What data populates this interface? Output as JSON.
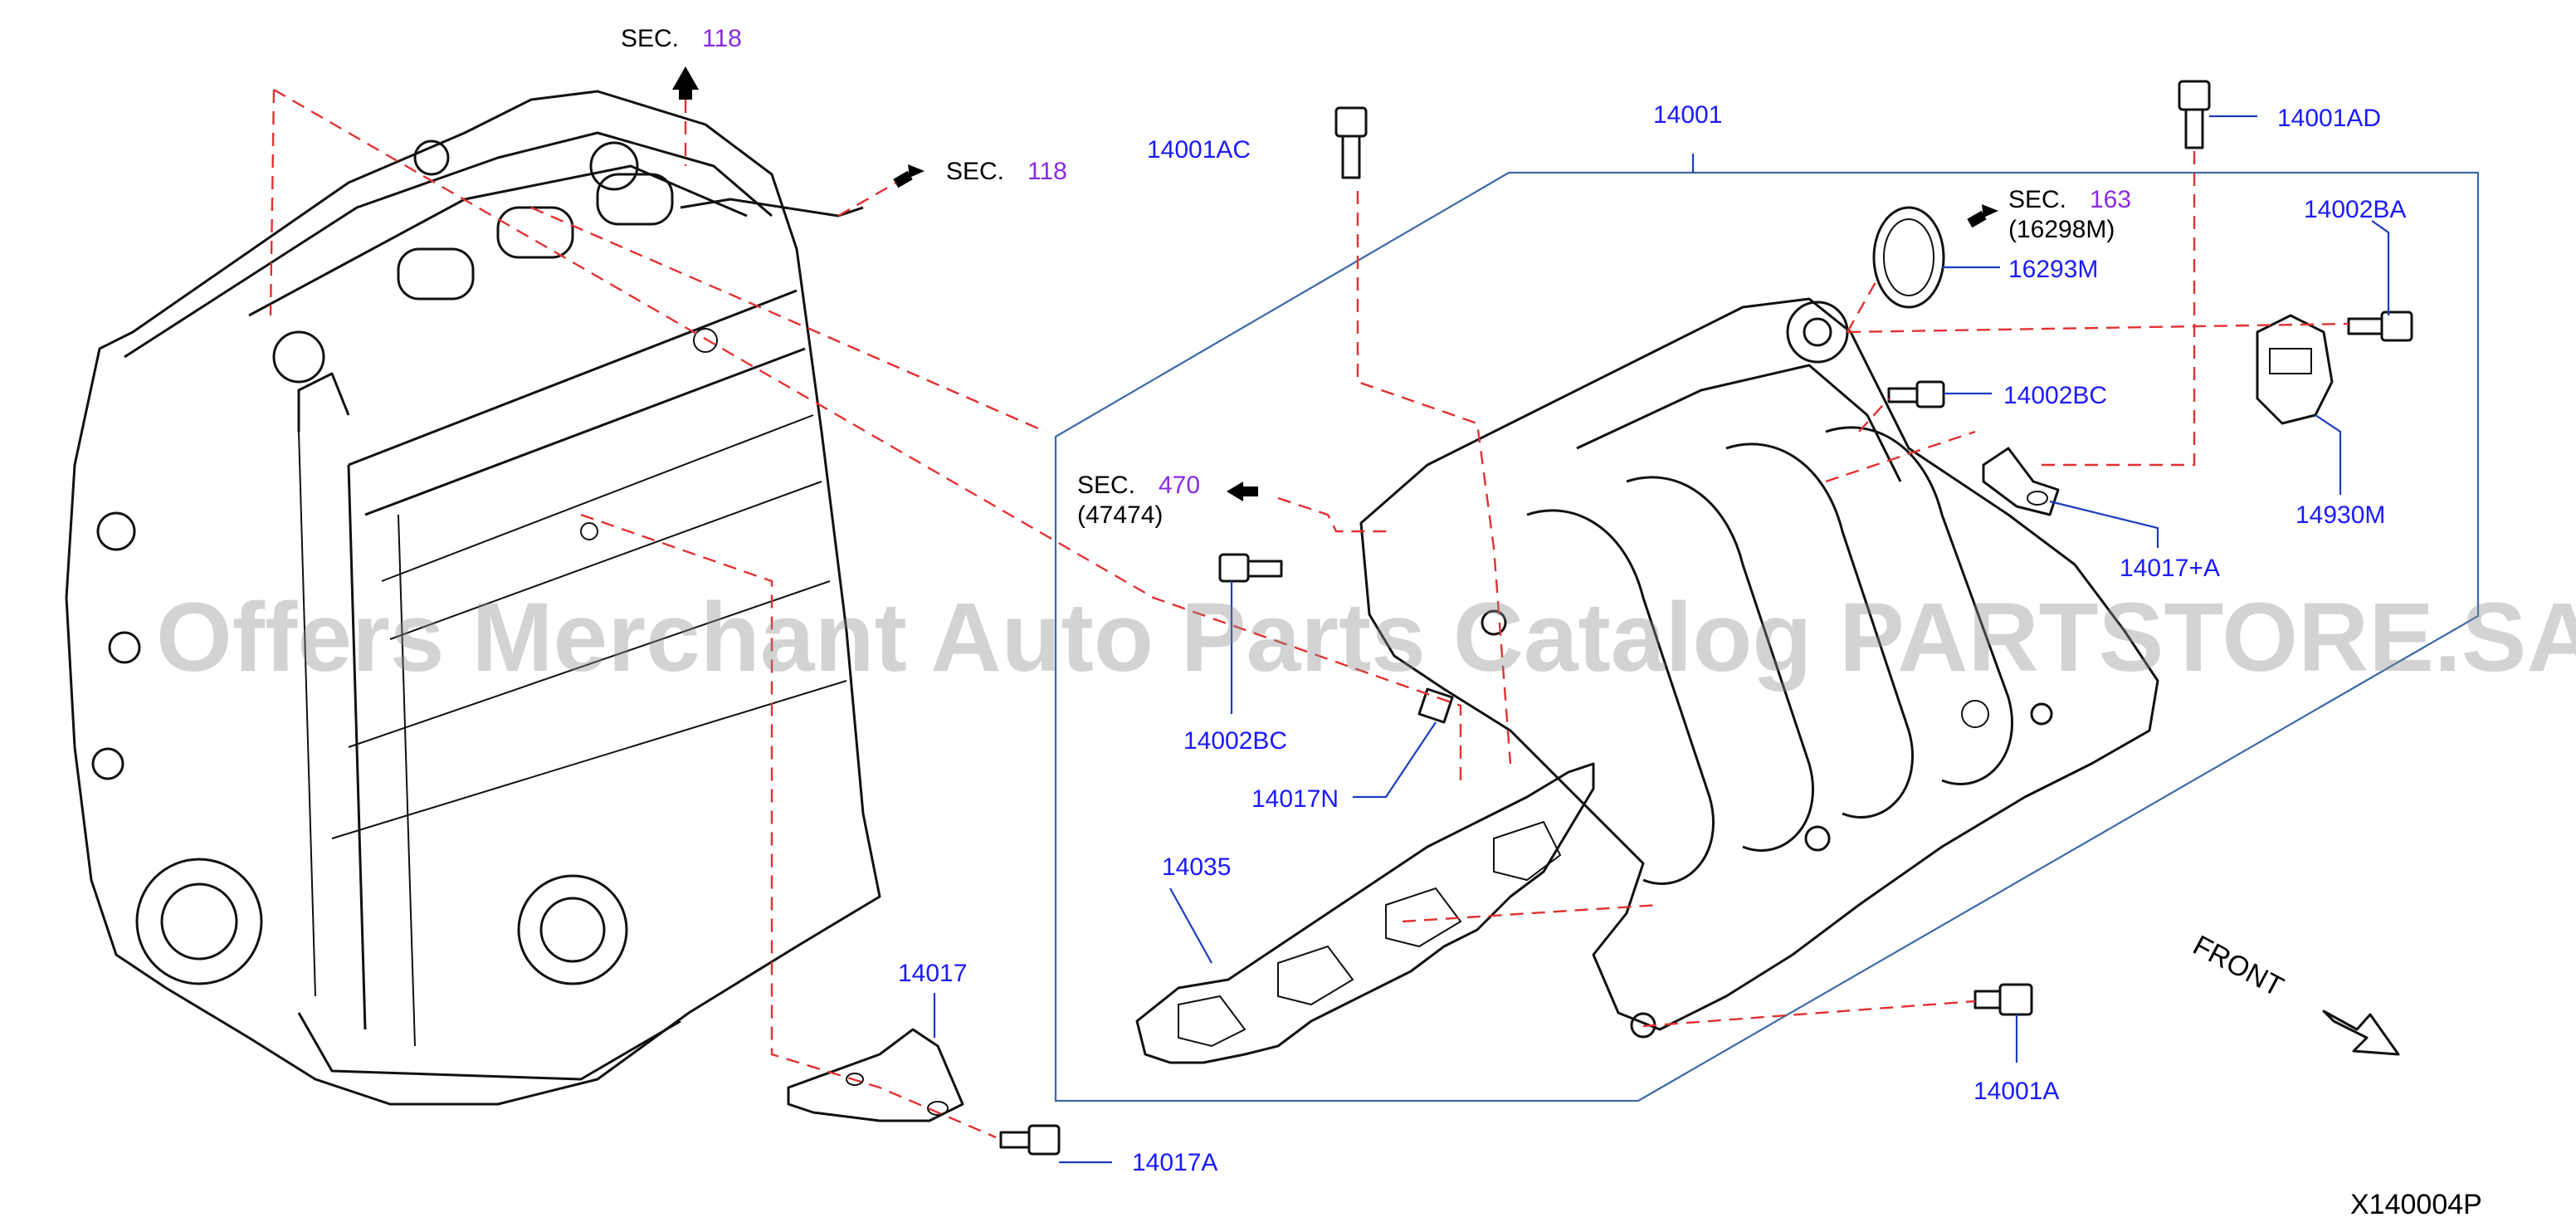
{
  "labels": {
    "p14001": "14001",
    "p14001AC": "14001AC",
    "p14001AD": "14001AD",
    "p14002BA": "14002BA",
    "p16293M": "16293M",
    "p14002BC_top": "14002BC",
    "p14930M": "14930M",
    "p14017plusA": "14017+A",
    "p14002BC_left": "14002BC",
    "p14017N": "14017N",
    "p14035": "14035",
    "p14017": "14017",
    "p14017A": "14017A",
    "p14001A": "14001A"
  },
  "sections": {
    "s1": {
      "prefix": "SEC.",
      "number": "118"
    },
    "s2": {
      "prefix": "SEC.",
      "number": "118"
    },
    "s3": {
      "prefix": "SEC.",
      "number": "163",
      "sub": "(16298M)"
    },
    "s4": {
      "prefix": "SEC.",
      "number": "470",
      "sub": "(47474)"
    }
  },
  "front_label": "FRONT",
  "diagram_code": "X140004P",
  "watermark": "Offers Merchant  Auto Parts Catalog PARTSTORE.SA",
  "colors": {
    "part_label": "#1a1aff",
    "section_number": "#8a2be2",
    "leader_line": "#1a3dbf",
    "dashed_guide": "#e23030",
    "assembly_box": "#3a6aa8"
  }
}
